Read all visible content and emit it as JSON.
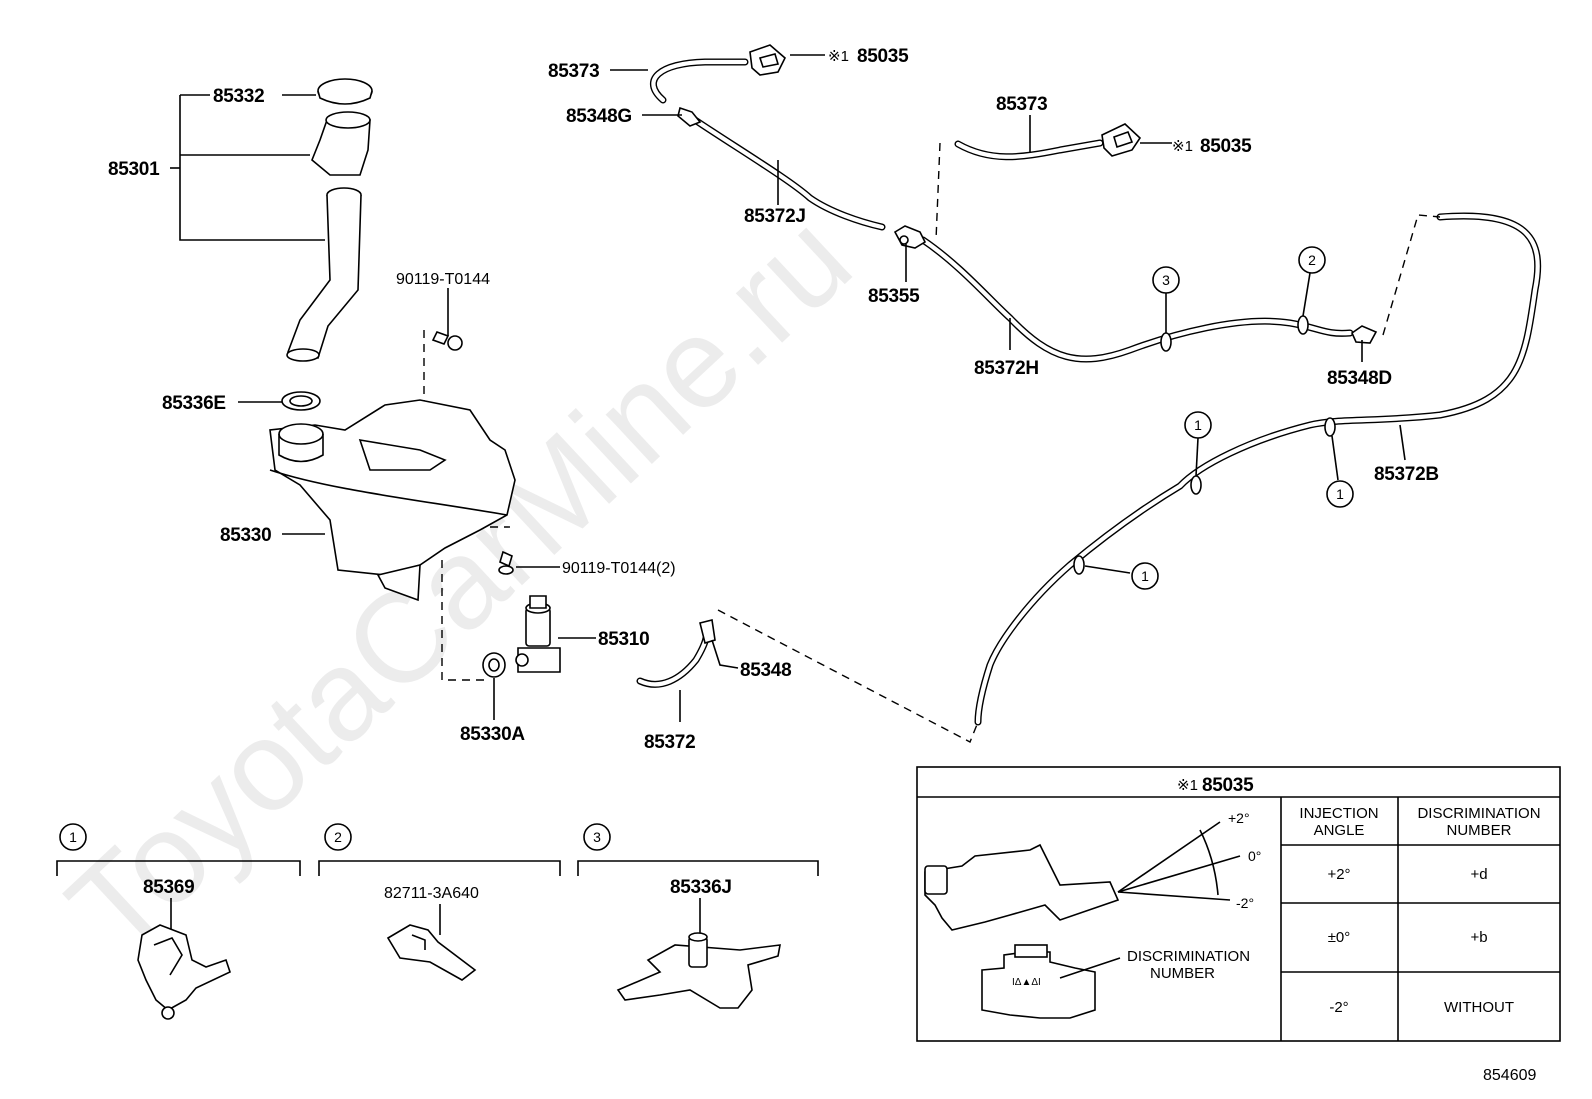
{
  "labels": {
    "p85373_a": "85373",
    "p85035_a": "85035",
    "note_a": "※1",
    "p85348G": "85348G",
    "p85372J": "85372J",
    "p85355": "85355",
    "p85373_b": "85373",
    "p85035_b": "85035",
    "note_b": "※1",
    "p85372H": "85372H",
    "p85348D": "85348D",
    "p85372B": "85372B",
    "p85332": "85332",
    "p85301": "85301",
    "p90119_a": "90119-T0144",
    "p85336E": "85336E",
    "p85330": "85330",
    "p90119_b": "90119-T0144(2)",
    "p85310": "85310",
    "p85348": "85348",
    "p85330A": "85330A",
    "p85372": "85372"
  },
  "callouts": {
    "c1": "1",
    "c2": "2",
    "c3": "3"
  },
  "details": {
    "d1_part": "85369",
    "d2_part": "82711-3A640",
    "d3_part": "85336J"
  },
  "inset": {
    "title_note": "※1",
    "title_part": "85035",
    "angle_plus": "+2°",
    "angle_zero": "0°",
    "angle_minus": "-2°",
    "discrimination_line1": "DISCRIMINATION",
    "discrimination_line2": "NUMBER",
    "header_injection_line1": "INJECTION",
    "header_injection_line2": "ANGLE",
    "header_disc_line1": "DISCRIMINATION",
    "header_disc_line2": "NUMBER",
    "rows": [
      {
        "angle": "+2°",
        "disc": "+d"
      },
      {
        "angle": "±0°",
        "disc": "+b"
      },
      {
        "angle": "-2°",
        "disc": "WITHOUT"
      }
    ]
  },
  "figure_number": "854609",
  "watermark": "ToyotaCarMine.ru"
}
